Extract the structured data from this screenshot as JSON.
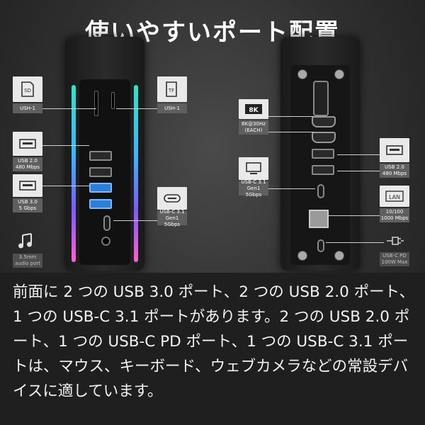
{
  "title": "使いやすいポート配置",
  "left_labels": {
    "sd": "USH-1",
    "tf": "USH-1",
    "usb20": "USB 2.0\n480 Mbps",
    "usb30": "USB 3.0\n5 Gbps",
    "usbc": "USB-C 3.1\nGen1 5Gbps",
    "audio": "3.5mm\naudio port"
  },
  "right_labels": {
    "hdmi": "8K@30Hz\n(EACH)",
    "dp": "USB-C 3.1\nGen1 5Gbps",
    "usb20": "USB 2.0\n480 Mbps",
    "lan": "10/100\n1000 Mbps",
    "pd": "USB-C PD\n100W Max"
  },
  "icon_text": {
    "sd": "SD",
    "tf": "TF",
    "eightk": "8K",
    "lan": "LAN"
  },
  "caption": "前面に 2 つの USB 3.0 ポート、2 つの USB 2.0 ポート、1 つの USB-C 3.1 ポートがあります。2 つの USB 2.0 ポート、1 つの USB-C PD ポート、1 つの USB-C 3.1 ポートは、マウス、キーボード、ウェブカメラなどの常設デバイスに適しています。"
}
